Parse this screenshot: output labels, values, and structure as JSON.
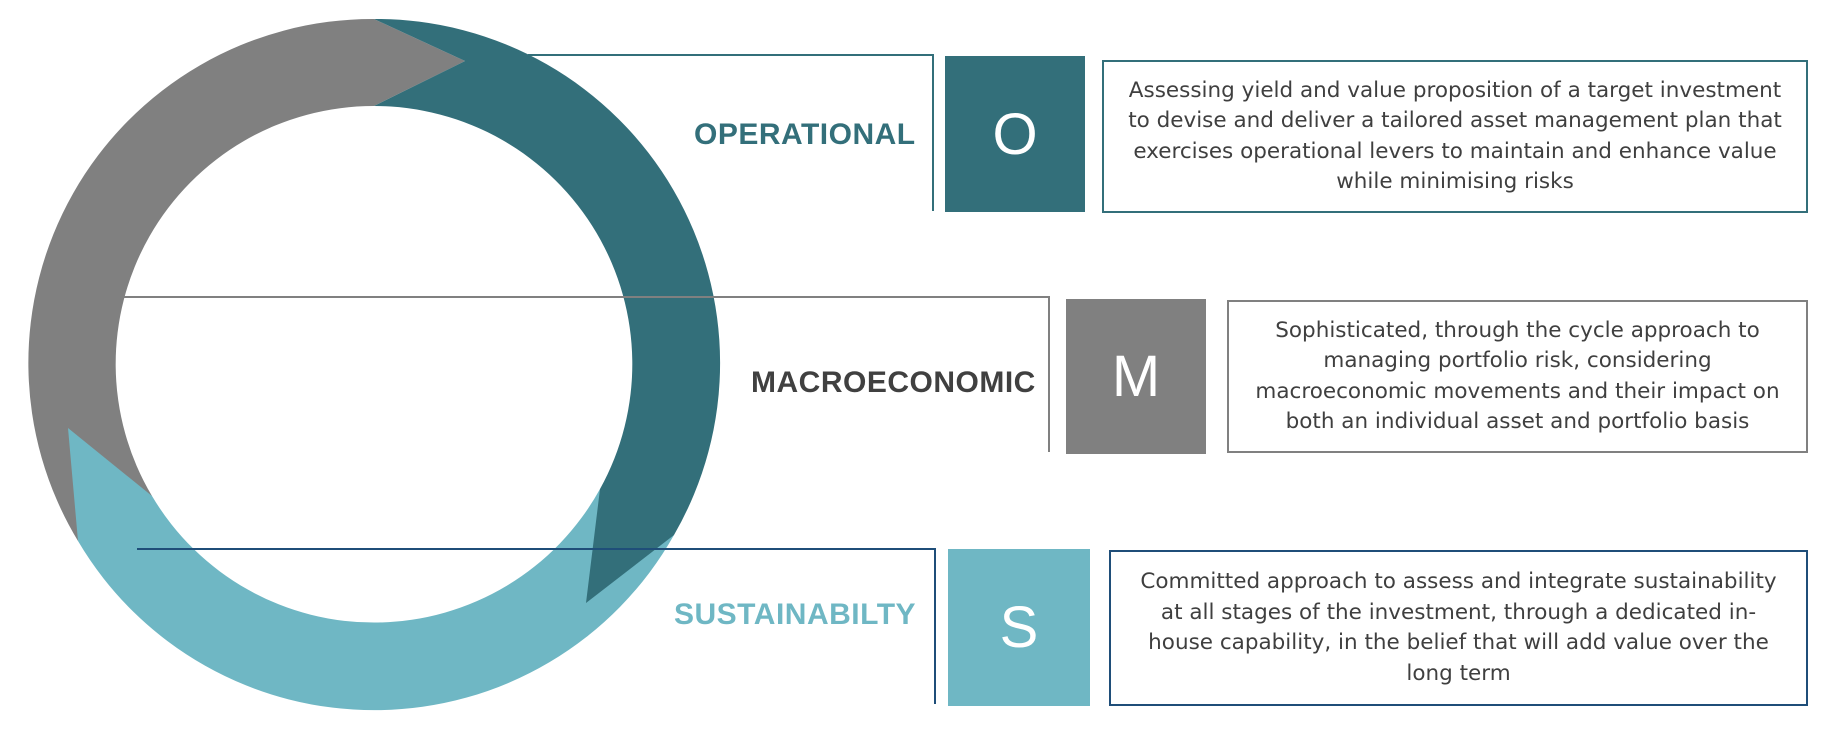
{
  "colors": {
    "operational": "#336f7a",
    "macroeconomic": "#808080",
    "sustainability": "#6fb7c4",
    "sustainability_border": "#1f4e79",
    "macro_label": "#404040",
    "text": "#3f3f3f"
  },
  "pillars": [
    {
      "key": "operational",
      "label": "OPERATIONAL",
      "letter": "O",
      "description": "Assessing yield and value proposition of a target investment to devise and deliver a tailored asset management plan that exercises operational levers to maintain and enhance value while minimising risks"
    },
    {
      "key": "macroeconomic",
      "label": "MACROECONOMIC",
      "letter": "M",
      "description": "Sophisticated, through the cycle approach to managing portfolio risk, considering macroeconomic movements and their impact on both an individual asset and portfolio basis"
    },
    {
      "key": "sustainability",
      "label": "SUSTAINABILTY",
      "letter": "S",
      "description": "Committed approach to assess and integrate sustainability at all stages of the investment, through a dedicated in-house capability, in the belief that will add value over the long term"
    }
  ]
}
